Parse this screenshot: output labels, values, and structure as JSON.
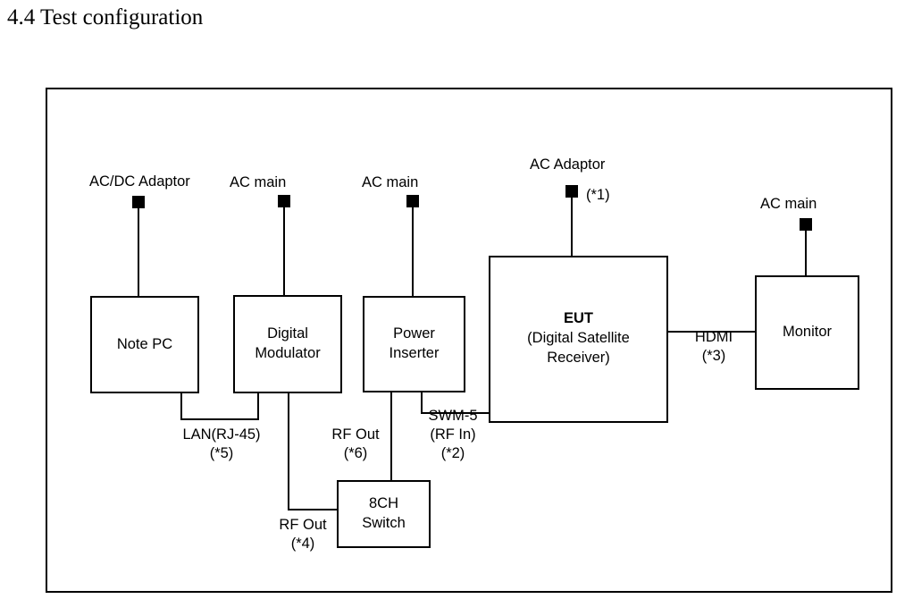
{
  "page": {
    "title": "4.4 Test configuration"
  },
  "diagram": {
    "nodes": [
      {
        "id": "note-pc",
        "label": "Note PC"
      },
      {
        "id": "digital-modulator",
        "label": "Digital\nModulator"
      },
      {
        "id": "power-inserter",
        "label": "Power\nInserter"
      },
      {
        "id": "eut",
        "label_main": "EUT",
        "label_sub": "(Digital Satellite\nReceiver)"
      },
      {
        "id": "monitor",
        "label": "Monitor"
      },
      {
        "id": "switch-8ch",
        "label": "8CH\nSwitch"
      }
    ],
    "power_sources": [
      {
        "id": "note-pc-power",
        "label": "AC/DC Adaptor",
        "note": ""
      },
      {
        "id": "digital-modulator-power",
        "label": "AC main",
        "note": ""
      },
      {
        "id": "power-inserter-power",
        "label": "AC main",
        "note": ""
      },
      {
        "id": "eut-power",
        "label": "AC Adaptor",
        "note": "(*1)"
      },
      {
        "id": "monitor-power",
        "label": "AC main",
        "note": ""
      }
    ],
    "connections": [
      {
        "id": "lan",
        "label": "LAN(RJ-45)\n(*5)"
      },
      {
        "id": "rf-out-4",
        "label": "RF Out\n(*4)"
      },
      {
        "id": "rf-out-6",
        "label": "RF Out\n(*6)"
      },
      {
        "id": "swm5",
        "label": "SWM-5\n(RF In)\n(*2)"
      },
      {
        "id": "hdmi",
        "label": "HDMI\n(*3)"
      }
    ]
  }
}
